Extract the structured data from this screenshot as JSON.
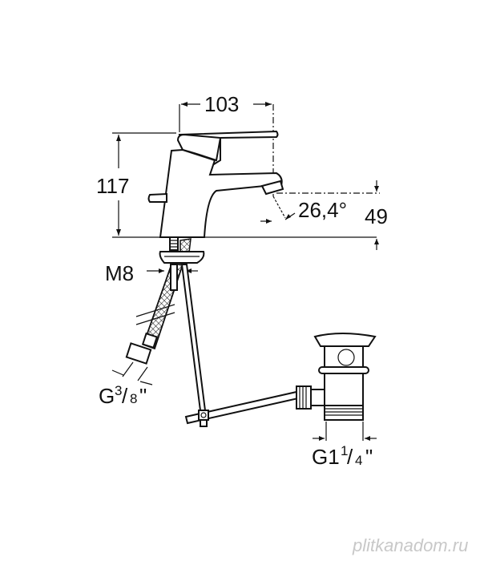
{
  "dimensions": {
    "width": "103",
    "height": "117",
    "spout_height": "49",
    "angle": "26,4°",
    "stud_thread": "M8",
    "hose_thread_prefix": "G",
    "hose_thread_num": "3",
    "hose_thread_den": "8",
    "hose_thread_suffix": "\"",
    "drain_thread_prefix": "G1",
    "drain_thread_num": "1",
    "drain_thread_den": "4",
    "drain_thread_suffix": "\""
  },
  "watermark": "plitkanadom.ru"
}
